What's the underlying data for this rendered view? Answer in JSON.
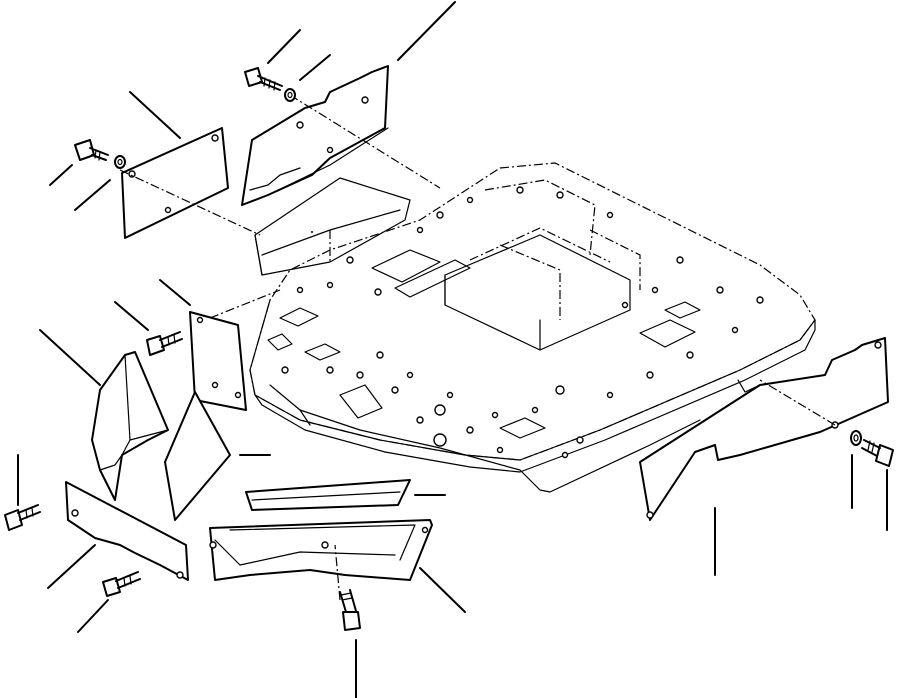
{
  "diagram": {
    "kind": "exploded-parts-view",
    "colors": {
      "ink": "#000000",
      "paper": "#ffffff"
    },
    "parts": [
      "frame-plate",
      "top-cover-rear",
      "top-cover-left",
      "side-cover-right",
      "side-cover-left-front",
      "side-cover-left-inner",
      "bottom-cover-front",
      "bottom-cover-long",
      "bottom-cover-small",
      "bottom-cover-corner"
    ],
    "fasteners": [
      "bolt",
      "washer"
    ],
    "callout_count": 20
  }
}
